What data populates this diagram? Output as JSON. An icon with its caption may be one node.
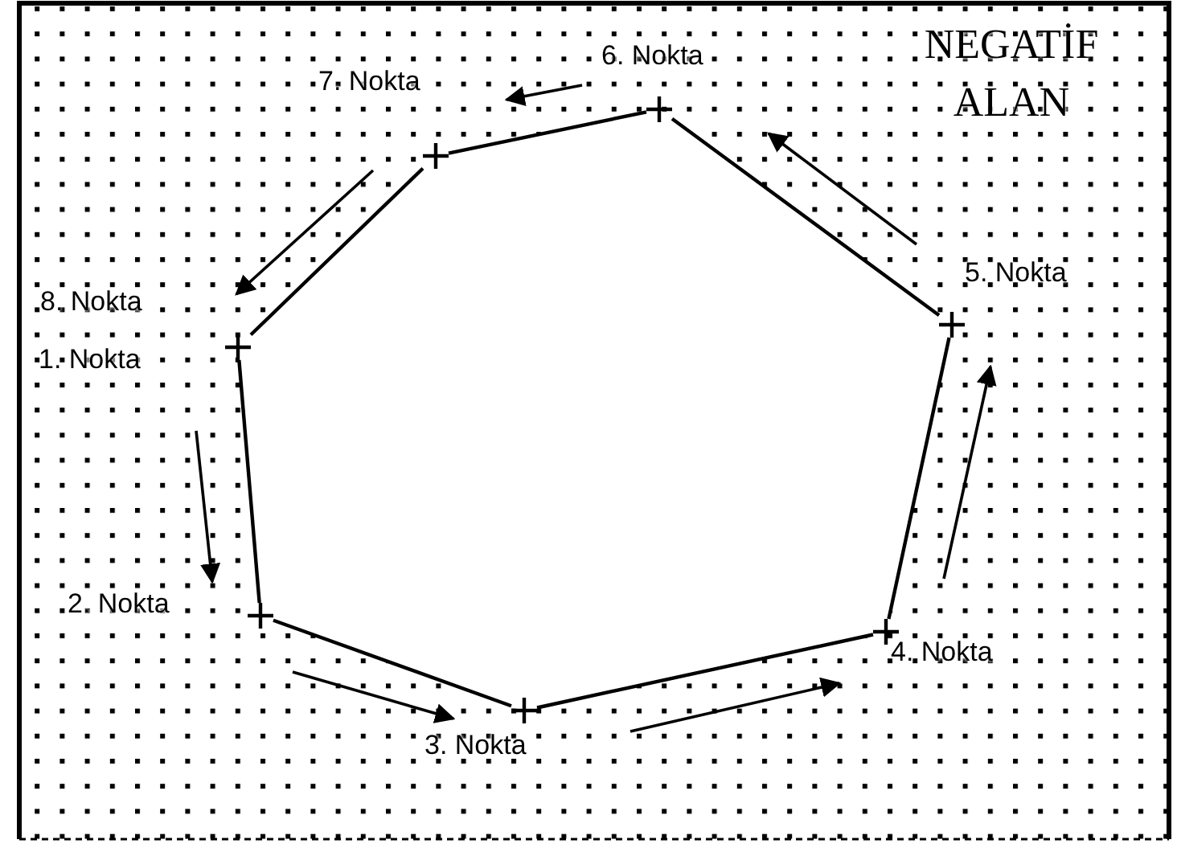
{
  "diagram": {
    "title": "NEGATİF ALAN",
    "nodes": [
      {
        "text": [],
        "shape": "cross",
        "beside": [
          "8. Nokta",
          "1. Nokta"
        ]
      },
      {
        "text": [],
        "shape": "cross",
        "beside": [
          "2. Nokta"
        ]
      },
      {
        "text": [],
        "shape": "cross",
        "beside": [
          "3. Nokta"
        ]
      },
      {
        "text": [],
        "shape": "cross",
        "beside": [
          "4. Nokta"
        ]
      },
      {
        "text": [],
        "shape": "cross",
        "beside": [
          "5. Nokta"
        ]
      },
      {
        "text": [],
        "shape": "cross",
        "beside": [
          "6. Nokta"
        ]
      },
      {
        "text": [],
        "shape": "cross",
        "beside": [
          "7. Nokta"
        ]
      }
    ],
    "edges": [
      {
        "from": 0,
        "to": 1,
        "arrow": "none"
      },
      {
        "from": 1,
        "to": 2,
        "arrow": "none"
      },
      {
        "from": 2,
        "to": 3,
        "arrow": "none"
      },
      {
        "from": 3,
        "to": 4,
        "arrow": "none"
      },
      {
        "from": 4,
        "to": 5,
        "arrow": "none"
      },
      {
        "from": 5,
        "to": 6,
        "arrow": "none"
      },
      {
        "from": 6,
        "to": 0,
        "arrow": "none"
      }
    ]
  }
}
